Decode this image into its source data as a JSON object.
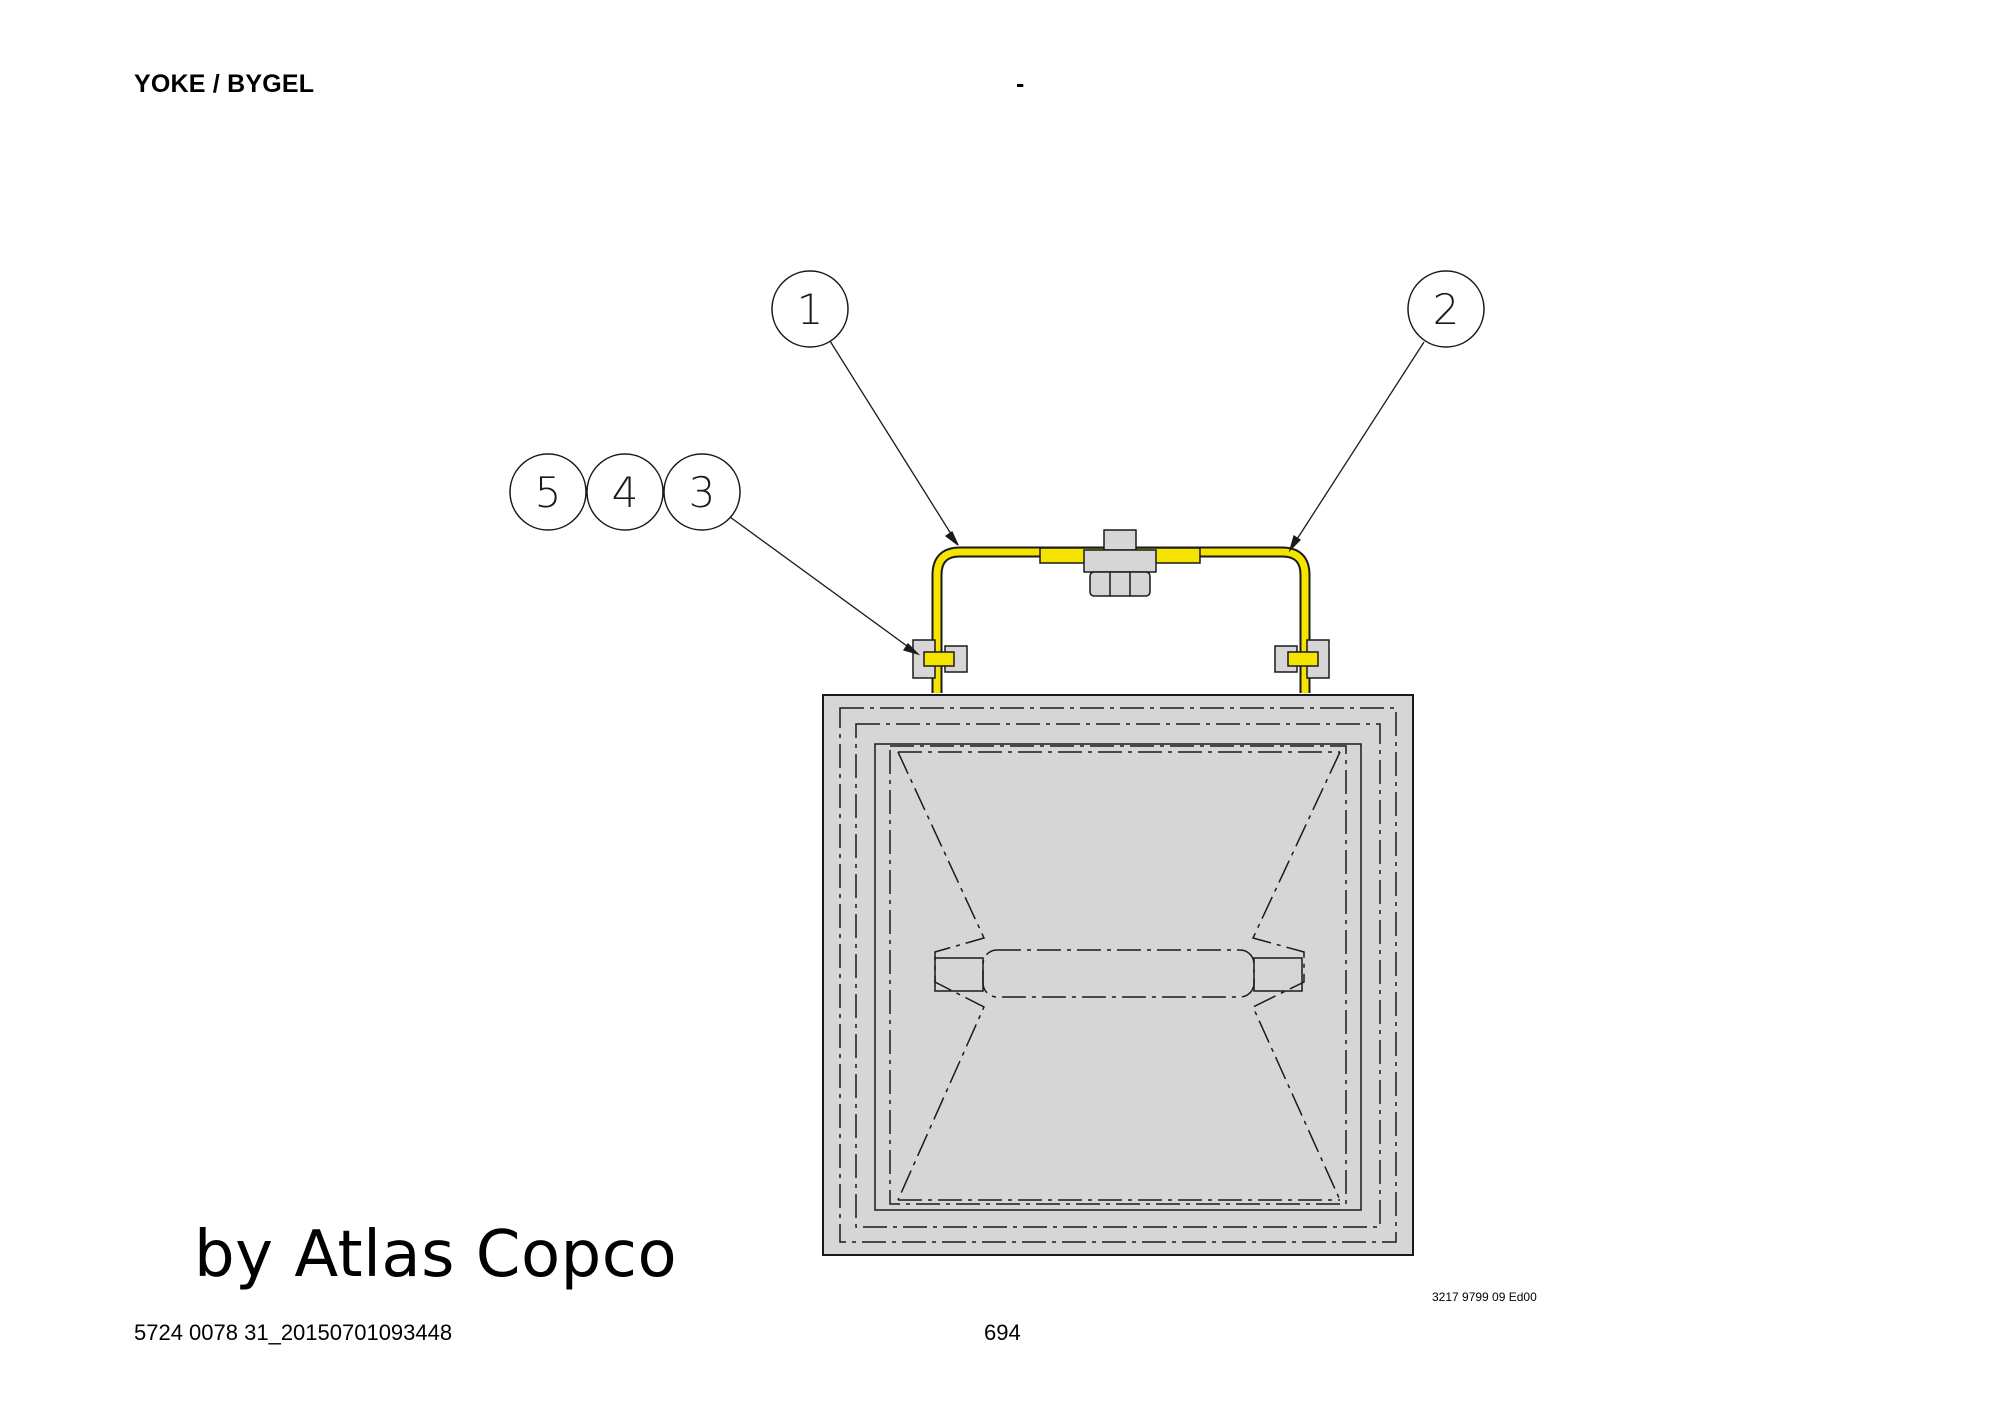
{
  "header": {
    "title": "YOKE / BYGEL",
    "dash": "-"
  },
  "callouts": [
    "1",
    "2",
    "3",
    "4",
    "5"
  ],
  "watermark": "by Atlas Copco",
  "footer": {
    "document_id": "5724 0078 31_20150701093448",
    "page_number": "694",
    "drawing_code": "3217 9799 09 Ed00"
  },
  "colors": {
    "yoke": "#f5e400",
    "housing_fill": "#d6d6d6",
    "line": "#1a1a1a"
  }
}
